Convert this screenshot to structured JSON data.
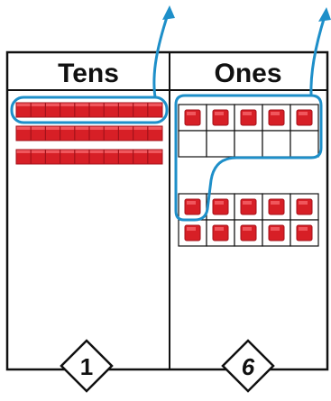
{
  "chart": {
    "headers": {
      "tens": "Tens",
      "ones": "Ones"
    },
    "counts": {
      "tens": "1",
      "ones": "6"
    },
    "tens_rods": 3,
    "ones_top_frame_filled": 5,
    "ones_bottom_frame_filled": 10
  },
  "colors": {
    "block_red": "#d71f26",
    "block_dark": "#a3121a",
    "arrow_blue": "#1e8fc9",
    "line_black": "#111111"
  }
}
